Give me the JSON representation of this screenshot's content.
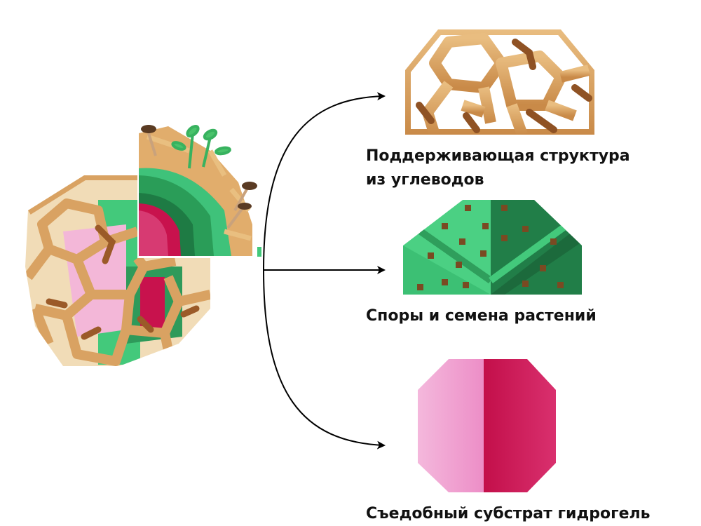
{
  "labels": {
    "structure": [
      "Поддерживающая структура",
      "из углеводов"
    ],
    "spores": "Споры и семена растений",
    "hydrogel": "Съедобный субстрат гидрогель"
  },
  "colors": {
    "lattice_light": "#e3b071",
    "lattice_dark": "#b9773c",
    "lattice_shadow": "#8a4e22",
    "green_light": "#43c97b",
    "green_dark": "#1f7a45",
    "pink_light": "#f2a9d6",
    "pink_dark": "#c8124d",
    "seed_brown": "#7a4a22",
    "arrow": "#000000",
    "text": "#111111"
  }
}
